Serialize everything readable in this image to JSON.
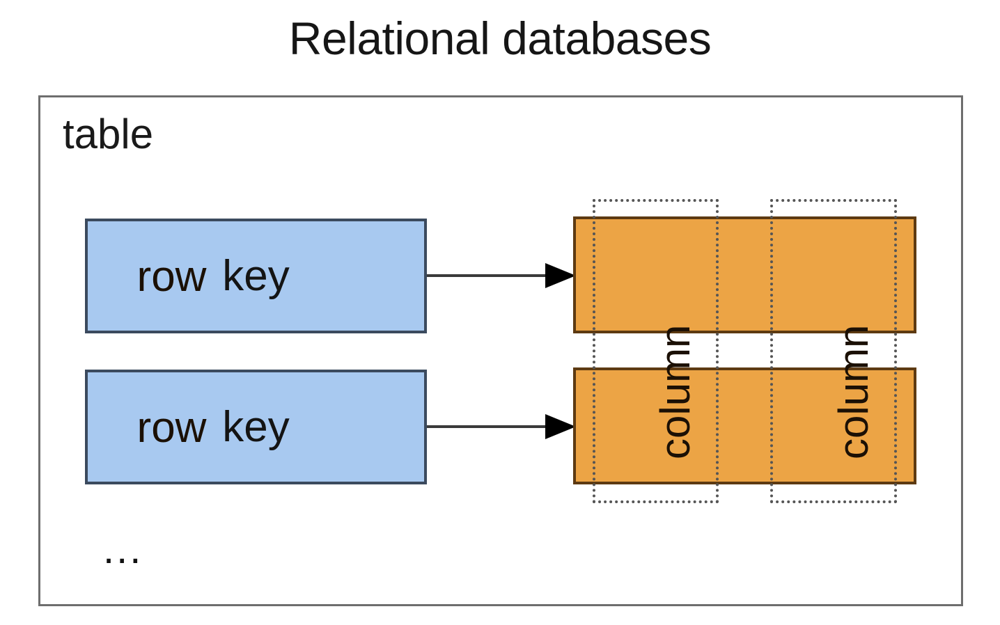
{
  "diagram": {
    "title": "Relational databases",
    "type": "concept-diagram",
    "container": {
      "label": "table",
      "ellipsis": "...",
      "border_color": "#6e6e6e",
      "background": "#ffffff"
    },
    "keys": [
      {
        "label": "key"
      },
      {
        "label": "key"
      }
    ],
    "rows": [
      {
        "label": "row"
      },
      {
        "label": "row"
      }
    ],
    "columns": [
      {
        "label": "column"
      },
      {
        "label": "column"
      }
    ],
    "arrows": [
      {
        "name": "key-to-row-arrow-1",
        "direction": "right"
      },
      {
        "name": "key-to-row-arrow-2",
        "direction": "right"
      }
    ],
    "colors": {
      "key_fill": "#a8c9f0",
      "key_border": "#3b4a5e",
      "row_fill": "#eca445",
      "row_border": "#5d3a12",
      "column_border": "#555555",
      "container_border": "#6e6e6e",
      "text": "#1a1a1a",
      "arrow": "#3a3a3a"
    }
  }
}
